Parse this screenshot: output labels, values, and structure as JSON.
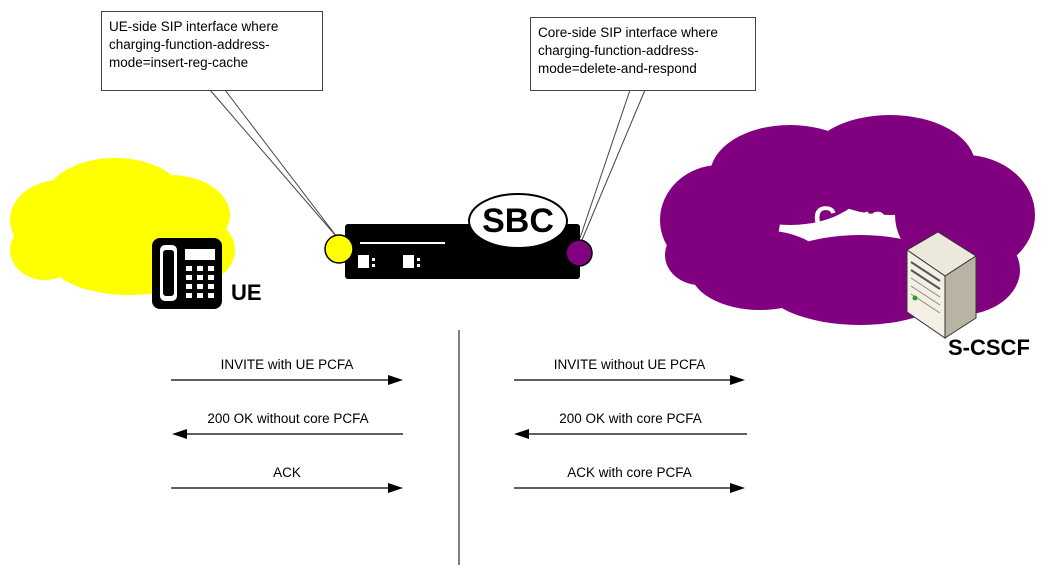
{
  "callouts": {
    "ue_side": "UE-side SIP interface where\ncharging-function-address-\nmode=insert-reg-cache",
    "core_side": "Core-side SIP interface where\ncharging-function-address-\nmode=delete-and-respond"
  },
  "nodes": {
    "ue": "UE",
    "sbc": "SBC",
    "core": "Core",
    "scscf": "S-CSCF"
  },
  "messages": {
    "left": [
      {
        "label": "INVITE with UE PCFA",
        "direction": "right"
      },
      {
        "label": "200 OK without core PCFA",
        "direction": "left"
      },
      {
        "label": "ACK",
        "direction": "right"
      }
    ],
    "right": [
      {
        "label": "INVITE without UE PCFA",
        "direction": "right"
      },
      {
        "label": "200 OK with core PCFA",
        "direction": "left"
      },
      {
        "label": "ACK with core PCFA",
        "direction": "right"
      }
    ]
  },
  "colors": {
    "ue_cloud": "#ffff00",
    "core_cloud": "#800080",
    "sbc_body": "#000000",
    "ue_interface": "#ffff00",
    "core_interface": "#800080"
  }
}
